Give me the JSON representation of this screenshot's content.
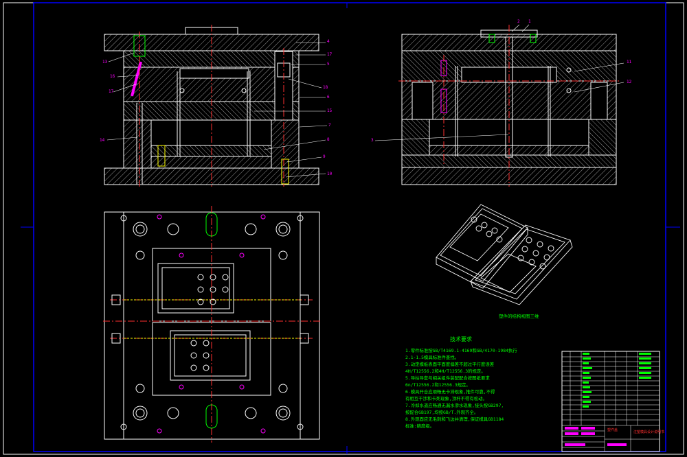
{
  "callouts": [
    {
      "n": "4"
    },
    {
      "n": "17"
    },
    {
      "n": "5"
    },
    {
      "n": "18"
    },
    {
      "n": "6"
    },
    {
      "n": "15"
    },
    {
      "n": "7"
    },
    {
      "n": "8"
    },
    {
      "n": "9"
    },
    {
      "n": "10"
    },
    {
      "n": "13"
    },
    {
      "n": "16"
    },
    {
      "n": "17"
    },
    {
      "n": "14"
    },
    {
      "n": "11"
    },
    {
      "n": "12"
    },
    {
      "n": "3"
    },
    {
      "n": "2"
    },
    {
      "n": "1"
    }
  ],
  "product_caption": "塑件的结构视图三维",
  "tech_requirements": {
    "title": "技术要求",
    "notes": [
      "1.零件标准按GB/T4169.1-4169和GB/4170-1984执行",
      "2.1-1.5模具标准件查找。",
      "3.动定模板表面平面度偏差不超过平行度误差",
      "4H/T12556.2和4H/T12556.3的规定。",
      "5.导柱导套与相关组件装配配合按图纸要求",
      "6n/T12556.2和12556.3规定。",
      "6.模具开合应顺畅无卡滞现象,推件可靠,不得",
      "有相互干涉和卡死现象,顶杆不得有松动。",
      "7.冷却水道应畅通无漏水渗水现象,接头按GB297,",
      "按配合GB197,均按GB/T.外观齐全。",
      "8.外观面应无毛刺和飞边并清理,保证模具GB1184",
      "标准:精度级。"
    ]
  },
  "title_block": {
    "drawing_name": "塑件盖",
    "school": "注塑模具设计说明书"
  },
  "colors": {
    "background": "#000000",
    "outline": "#ffffff",
    "callout": "#ff00ff",
    "note": "#00ff00",
    "centerline": "#ff3030",
    "hidden": "#ffff00",
    "border": "#0000ff"
  }
}
